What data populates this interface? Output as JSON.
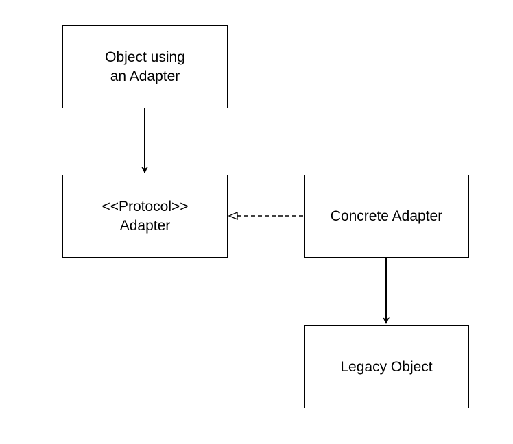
{
  "diagram": {
    "type": "uml-class-diagram",
    "nodes": {
      "object_using": {
        "line1": "Object using",
        "line2": "an Adapter"
      },
      "protocol": {
        "line1": "<<Protocol>>",
        "line2": "Adapter"
      },
      "concrete": {
        "label": "Concrete Adapter"
      },
      "legacy": {
        "label": "Legacy Object"
      }
    },
    "edges": [
      {
        "from": "Object using an Adapter",
        "to": "Adapter",
        "style": "solid",
        "head": "filled-arrow"
      },
      {
        "from": "Concrete Adapter",
        "to": "Adapter",
        "style": "dashed",
        "head": "hollow-triangle"
      },
      {
        "from": "Concrete Adapter",
        "to": "Legacy Object",
        "style": "solid",
        "head": "filled-arrow"
      }
    ],
    "colors": {
      "stroke": "#000000",
      "fill": "#ffffff"
    }
  }
}
